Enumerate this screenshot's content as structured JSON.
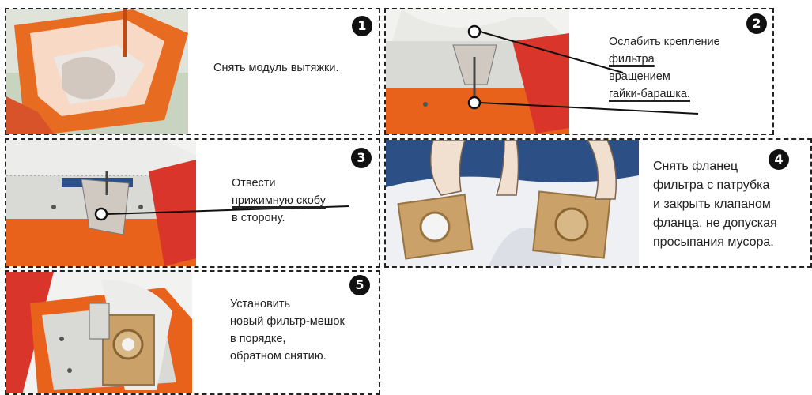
{
  "steps": [
    {
      "num": "1",
      "lines": [
        "Снять модуль вытяжки."
      ]
    },
    {
      "num": "2",
      "lines": [
        "Ослабить крепление",
        "фильтра",
        "вращением",
        "гайки-барашка."
      ]
    },
    {
      "num": "3",
      "lines": [
        "Отвести",
        "прижимную скобу",
        "в сторону."
      ]
    },
    {
      "num": "4",
      "lines": [
        "Снять фланец",
        "фильтра с патрубка",
        "и закрыть клапаном",
        "фланца, не допуская",
        "просыпания мусора."
      ]
    },
    {
      "num": "5",
      "lines": [
        "Установить",
        "новый фильтр-мешок",
        "в порядке,",
        "обратном снятию."
      ]
    }
  ],
  "colors": {
    "orange": "#e8621c",
    "red": "#d9352a",
    "grey_metal": "#d9d9d6",
    "kraft": "#c9a169",
    "cloth": "#eef0f4",
    "blue_bg": "#2c4f86"
  }
}
